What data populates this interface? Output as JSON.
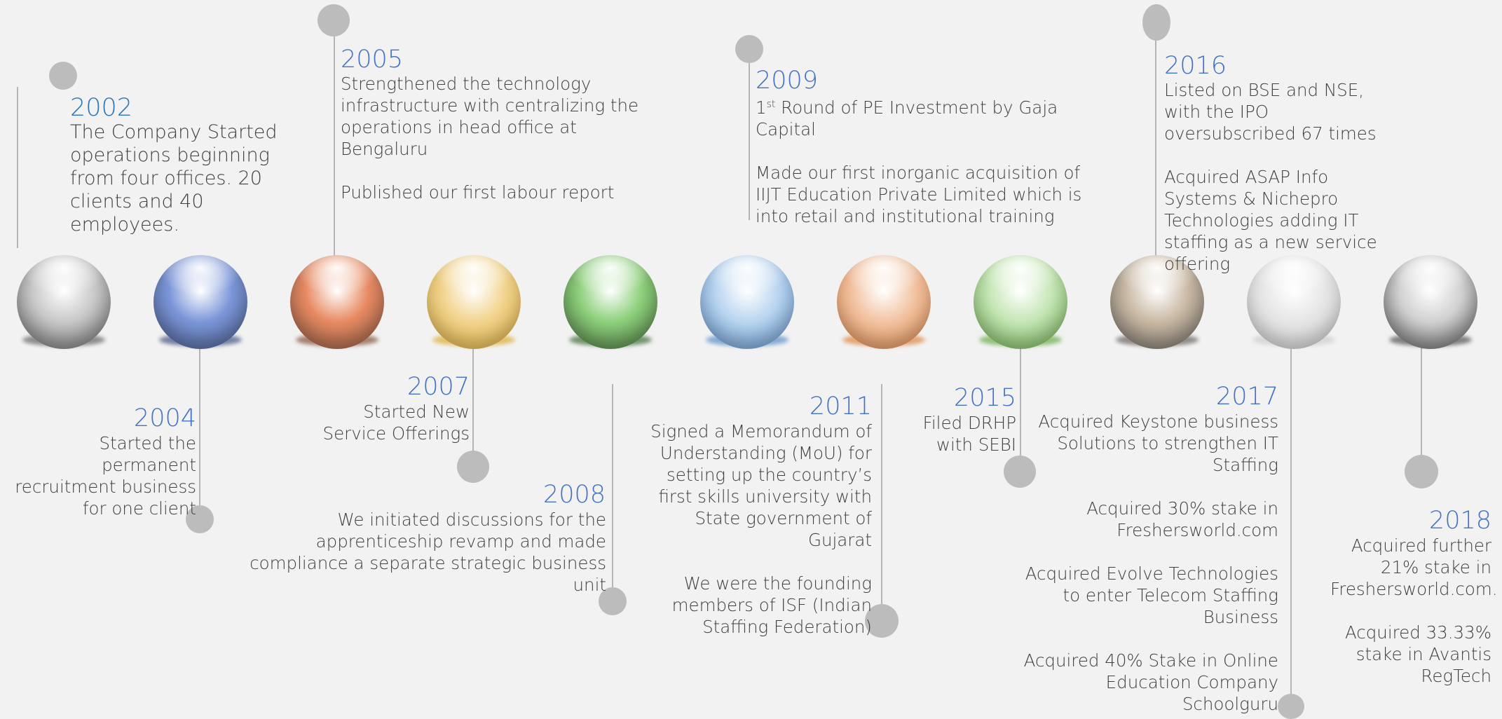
{
  "spheres": [
    {
      "name": "sphere-2002",
      "color": "#c8c8c8",
      "shadow": "#6a6a6a"
    },
    {
      "name": "sphere-2004",
      "color": "#7b96d9",
      "shadow": "#4b5b88"
    },
    {
      "name": "sphere-2005",
      "color": "#e88a62",
      "shadow": "#8a5a45"
    },
    {
      "name": "sphere-2007",
      "color": "#f2d48e",
      "shadow": "#e0b03c"
    },
    {
      "name": "sphere-2008",
      "color": "#8ed07c",
      "shadow": "#4a7240"
    },
    {
      "name": "sphere-2009",
      "color": "#b9d5f0",
      "shadow": "#5f93cc"
    },
    {
      "name": "sphere-2011",
      "color": "#f3c3a2",
      "shadow": "#e08a4a"
    },
    {
      "name": "sphere-2015",
      "color": "#c5e6b5",
      "shadow": "#70b150"
    },
    {
      "name": "sphere-2016",
      "color": "#c9b9a4",
      "shadow": "#6f6a64"
    },
    {
      "name": "sphere-2017",
      "color": "#e6e6e6",
      "shadow": "#cfcfcf"
    },
    {
      "name": "sphere-2018",
      "color": "#d0d0d0",
      "shadow": "#5a5a5a"
    }
  ],
  "milestones": {
    "m2002": {
      "year": "2002",
      "paragraphs": [
        "The Company Started operations beginning from four offices. 20 clients and 40 employees."
      ]
    },
    "m2004": {
      "year": "2004",
      "paragraphs": [
        "Started the permanent recruitment business for one client"
      ]
    },
    "m2005": {
      "year": "2005",
      "paragraphs": [
        "Strengthened the technology infrastructure with centralizing the operations in head office at Bengaluru",
        "Published our first labour report"
      ]
    },
    "m2007": {
      "year": "2007",
      "paragraphs": [
        "Started New Service Offerings"
      ]
    },
    "m2008": {
      "year": "2008",
      "paragraphs": [
        "We initiated discussions for the apprenticeship revamp and made compliance a separate strategic business unit"
      ]
    },
    "m2009": {
      "year": "2009",
      "p1_pre": "1",
      "p1_sup": "st",
      "p1_post": " Round of PE Investment by Gaja Capital",
      "p2": "Made our first inorganic acquisition of IIJT Education Private Limited which is into retail and institutional training"
    },
    "m2011": {
      "year": "2011",
      "paragraphs": [
        "Signed a Memorandum of Understanding (MoU) for setting up the country’s first skills university with State government of Gujarat",
        "We were the founding members of ISF (Indian Staffing Federation)"
      ]
    },
    "m2015": {
      "year": "2015",
      "paragraphs": [
        "Filed DRHP with SEBI"
      ]
    },
    "m2016": {
      "year": "2016",
      "paragraphs": [
        "Listed on BSE and NSE, with the IPO oversubscribed 67 times",
        "Acquired ASAP Info Systems & Nichepro Technologies adding IT staffing as a new service offering"
      ]
    },
    "m2017": {
      "year": "2017",
      "paragraphs": [
        "Acquired Keystone business Solutions to strengthen IT Staffing",
        "Acquired 30%  stake in Freshersworld.com",
        "Acquired Evolve Technologies to enter Telecom Staffing Business",
        "Acquired 40% Stake in  Online Education Company Schoolguru"
      ]
    },
    "m2018": {
      "year": "2018",
      "paragraphs": [
        "Acquired further 21%  stake in Freshersworld.com.",
        "Acquired 33.33% stake in Avantis RegTech"
      ]
    }
  }
}
